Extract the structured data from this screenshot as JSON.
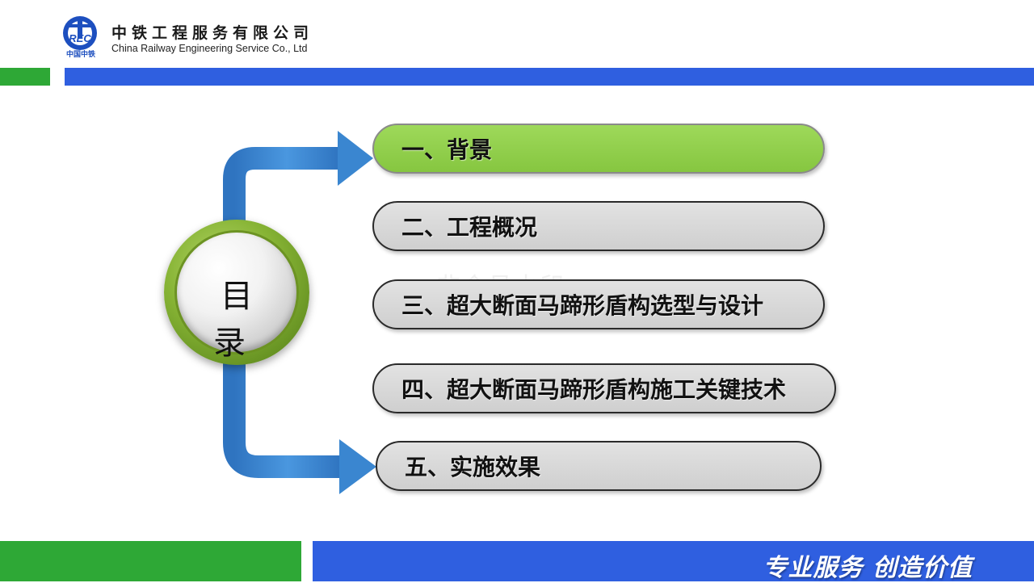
{
  "header": {
    "company_cn": "中铁工程服务有限公司",
    "company_en": "China Railway Engineering Service Co., Ltd",
    "logo_text": "REC",
    "logo_sub": "中国中铁"
  },
  "watermark": "非会员水印",
  "toc": {
    "title": "目 录",
    "items": [
      {
        "label": "一、背景",
        "active": true
      },
      {
        "label": "二、工程概况",
        "active": false
      },
      {
        "label": "三、超大断面马蹄形盾构选型与设计",
        "active": false
      },
      {
        "label": "四、超大断面马蹄形盾构施工关键技术",
        "active": false
      },
      {
        "label": "五、实施效果",
        "active": false
      }
    ]
  },
  "footer": {
    "slogan": "专业服务  创造价值"
  },
  "colors": {
    "brand_blue": "#2f5fe0",
    "brand_green": "#2ea836",
    "active_item": "#8fce4a",
    "arrow_blue": "#3a86d0"
  }
}
